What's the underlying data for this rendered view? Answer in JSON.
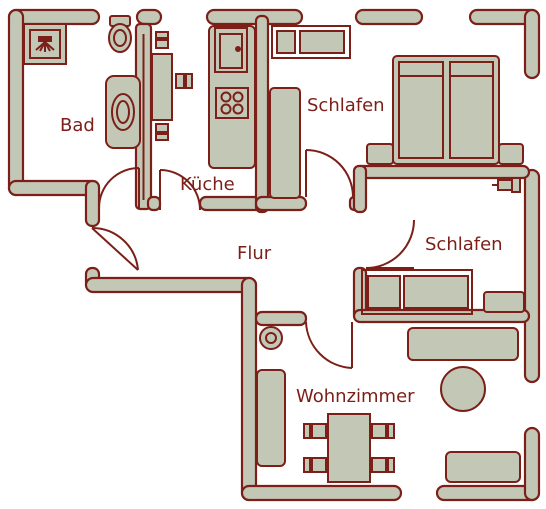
{
  "rooms": {
    "bad": "Bad",
    "kueche": "Küche",
    "schlafen_1": "Schlafen",
    "schlafen_2": "Schlafen",
    "flur": "Flur",
    "wohnzimmer": "Wohnzimmer"
  },
  "colors": {
    "wall_fill": "#c3c8b6",
    "line": "#7b1f18",
    "background": "#ffffff"
  }
}
